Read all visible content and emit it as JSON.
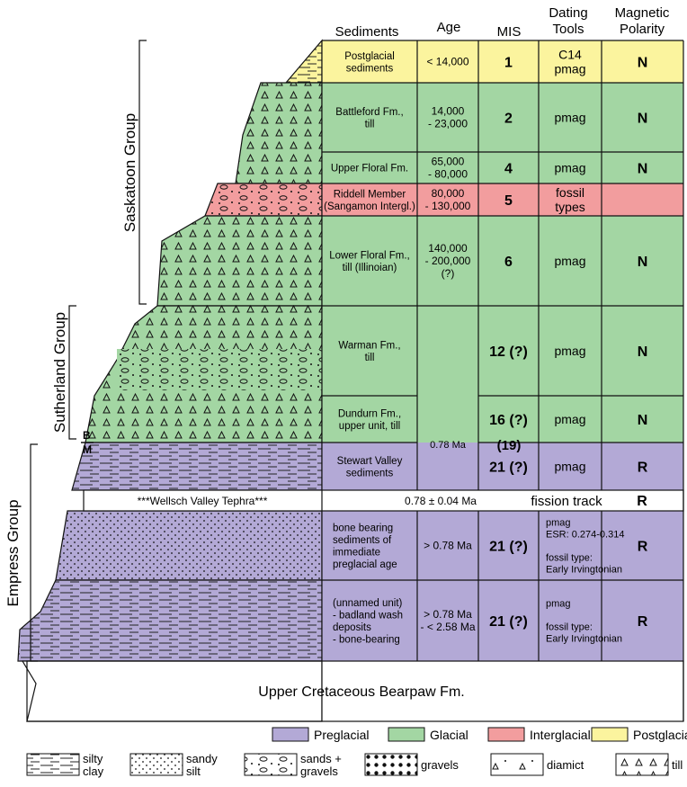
{
  "headers": {
    "sediments": "Sediments",
    "age": "Age",
    "mis": "MIS",
    "dating_line1": "Dating",
    "dating_line2": "Tools",
    "polarity_line1": "Magnetic",
    "polarity_line2": "Polarity"
  },
  "groups": {
    "saskatoon": "Saskatoon Group",
    "sutherland": "Sutherland Group",
    "empress": "Empress Group"
  },
  "boundary": {
    "b": "B",
    "m": "M",
    "age": "0.78 Ma",
    "mis": "(19)"
  },
  "rows": [
    {
      "sed": [
        "Postglacial",
        "sediments"
      ],
      "age": [
        "< 14,000"
      ],
      "mis": "1",
      "dating": [
        "C14",
        "pmag"
      ],
      "polarity": "N"
    },
    {
      "sed": [
        "Battleford Fm.,",
        "till"
      ],
      "age": [
        "14,000",
        "- 23,000"
      ],
      "mis": "2",
      "dating": [
        "pmag"
      ],
      "polarity": "N"
    },
    {
      "sed": [
        "Upper Floral Fm."
      ],
      "age": [
        "65,000",
        "- 80,000"
      ],
      "mis": "4",
      "dating": [
        "pmag"
      ],
      "polarity": "N"
    },
    {
      "sed": [
        "Riddell Member",
        "(Sangamon Intergl.)"
      ],
      "age": [
        "80,000",
        "- 130,000"
      ],
      "mis": "5",
      "dating": [
        "fossil",
        "types"
      ],
      "polarity": ""
    },
    {
      "sed": [
        "Lower Floral Fm.,",
        "till (Illinoian)"
      ],
      "age": [
        "140,000",
        "- 200,000",
        "(?)"
      ],
      "mis": "6",
      "dating": [
        "pmag"
      ],
      "polarity": "N"
    },
    {
      "sed": [
        "Warman Fm.,",
        "till"
      ],
      "age": [],
      "mis": "12 (?)",
      "dating": [
        "pmag"
      ],
      "polarity": "N"
    },
    {
      "sed": [
        "Dundurn Fm.,",
        "upper unit, till"
      ],
      "age": [],
      "mis": "16 (?)",
      "dating": [
        "pmag"
      ],
      "polarity": "N"
    },
    {
      "sed": [
        "Stewart Valley",
        "sediments"
      ],
      "age": [],
      "mis": "21 (?)",
      "dating": [
        "pmag"
      ],
      "polarity": "R"
    },
    {
      "sed": [
        "bone bearing",
        "sediments of",
        "immediate",
        "preglacial age"
      ],
      "age": [
        "> 0.78 Ma"
      ],
      "mis": "21 (?)",
      "dating": [
        "pmag",
        "ESR: 0.274-0.314",
        "",
        "fossil type:",
        "Early Irvingtonian"
      ],
      "polarity": "R"
    },
    {
      "sed": [
        "(unnamed unit)",
        "- badland wash",
        "  deposits",
        "- bone-bearing"
      ],
      "age": [
        "> 0.78 Ma",
        "- < 2.58 Ma"
      ],
      "mis": "21 (?)",
      "dating": [
        "pmag",
        "",
        "fossil type:",
        "Early Irvingtonian"
      ],
      "polarity": "R"
    }
  ],
  "tephra": {
    "name": "***Wellsch Valley Tephra***",
    "age": "0.78 ± 0.04 Ma",
    "dating": "fission track",
    "polarity": "R"
  },
  "bedrock": "Upper Cretaceous Bearpaw Fm.",
  "legend_colors": [
    {
      "label": "Preglacial",
      "color": "#b3a9d6"
    },
    {
      "label": "Glacial",
      "color": "#a3d6a3"
    },
    {
      "label": "Interglacial",
      "color": "#f29d9e"
    },
    {
      "label": "Postglacial",
      "color": "#fbf49e"
    }
  ],
  "legend_patterns": [
    {
      "label": [
        "silty",
        "clay"
      ],
      "pattern": "silty-clay"
    },
    {
      "label": [
        "sandy",
        "silt"
      ],
      "pattern": "sandy-silt"
    },
    {
      "label": [
        "sands +",
        "gravels"
      ],
      "pattern": "sands-gravels"
    },
    {
      "label": [
        "gravels"
      ],
      "pattern": "gravels"
    },
    {
      "label": [
        "diamict"
      ],
      "pattern": "diamict"
    },
    {
      "label": [
        "till"
      ],
      "pattern": "till"
    }
  ]
}
